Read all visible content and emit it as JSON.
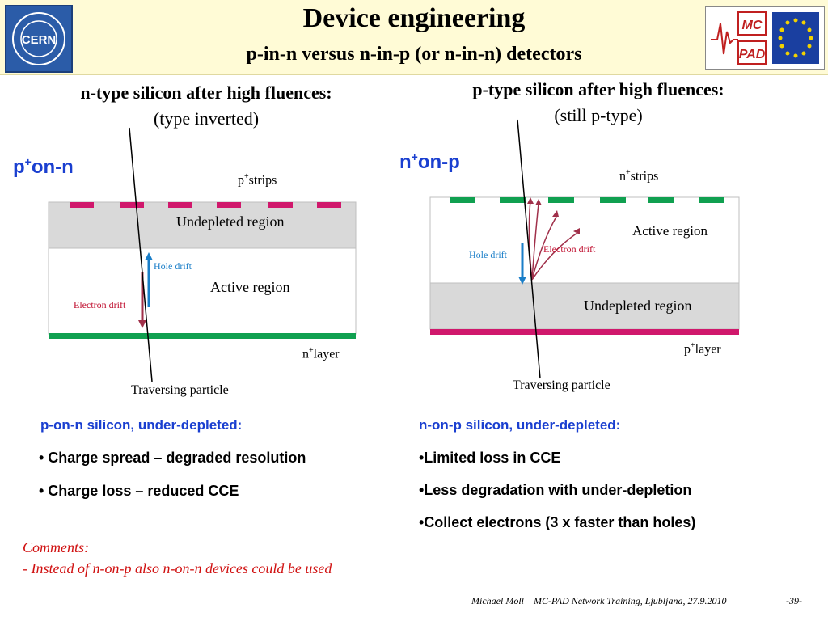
{
  "header": {
    "title": "Device engineering",
    "subtitle": "p-in-n versus n-in-p (or n-in-n) detectors",
    "left_logo_text": "CERN",
    "right_logo_text_top": "MC",
    "right_logo_text_bottom": "PAD"
  },
  "left": {
    "heading": "n-type silicon after high fluences:",
    "subheading": "(type inverted)",
    "device_base": "p",
    "device_sup": "+",
    "device_rest": "on-n",
    "strips_base": "p",
    "strips_sup": "+",
    "strips_rest": "strips",
    "undepleted_label": "Undepleted region",
    "active_label": "Active region",
    "hole_drift": "Hole drift",
    "electron_drift": "Electron drift",
    "layer_base": "n",
    "layer_sup": "+",
    "layer_rest": "layer",
    "particle_label": "Traversing particle",
    "summary_heading": "p-on-n silicon, under-depleted:",
    "bullets": [
      "• Charge spread – degraded resolution",
      "• Charge loss – reduced CCE"
    ]
  },
  "right": {
    "heading": "p-type silicon after high fluences:",
    "subheading": "(still p-type)",
    "device_base": "n",
    "device_sup": "+",
    "device_rest": "on-p",
    "strips_base": "n",
    "strips_sup": "+",
    "strips_rest": "strips",
    "active_label": "Active region",
    "undepleted_label": "Undepleted region",
    "hole_drift": "Hole drift",
    "electron_drift": "Electron drift",
    "layer_base": "p",
    "layer_sup": "+",
    "layer_rest": "layer",
    "particle_label": "Traversing particle",
    "summary_heading": "n-on-p silicon, under-depleted:",
    "bullets": [
      "•Limited loss in CCE",
      "•Less degradation with under-depletion",
      "•Collect electrons (3 x faster than holes)"
    ]
  },
  "comments": {
    "label": "Comments:",
    "text": "- Instead of n-on-p also n-on-n devices could be used"
  },
  "footer": {
    "credit": "Michael Moll – MC-PAD Network Training, Ljubljana, 27.9.2010",
    "page": "-39-"
  },
  "colors": {
    "header_bg": "#fffbd6",
    "title_blue": "#1a3fd0",
    "p_strip_magenta": "#d0186c",
    "n_strip_green": "#10a050",
    "undepleted_gray": "#d9d9d9",
    "hole_arrow_blue": "#1a7ec8",
    "electron_arrow_red": "#a0304a",
    "comment_red": "#d01010"
  }
}
